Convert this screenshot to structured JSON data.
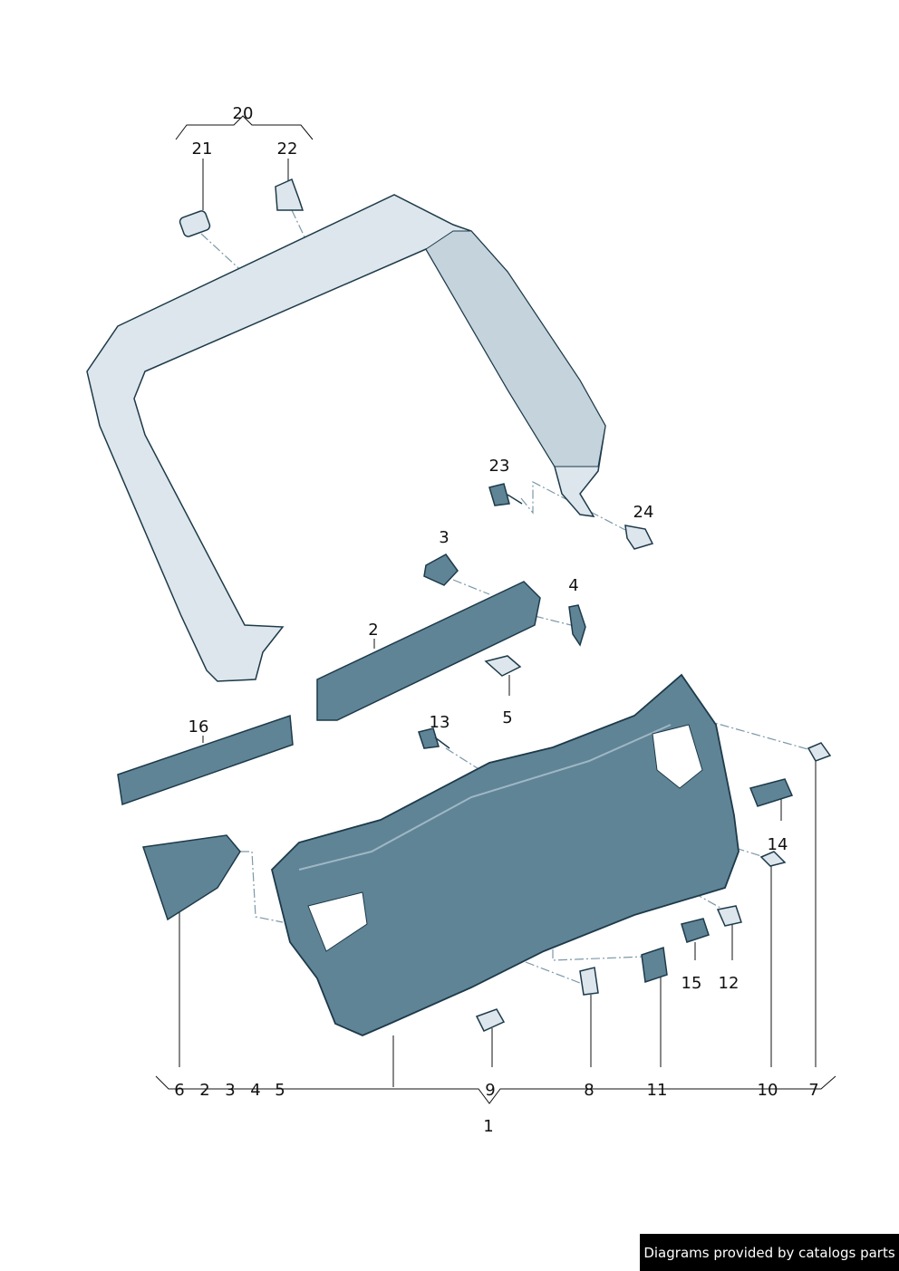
{
  "diagram": {
    "part_labels": [
      "20",
      "21",
      "22",
      "23",
      "24",
      "3",
      "4",
      "2",
      "5",
      "16",
      "13",
      "14",
      "15",
      "12"
    ],
    "bottom_labels": [
      "6",
      "2",
      "3",
      "4",
      "5",
      "9",
      "8",
      "11",
      "10",
      "7"
    ],
    "assembly_label": "1",
    "colors": {
      "part_fill": "#dde6ec",
      "part_dark": "#5f8496",
      "outline": "#1d3a4a",
      "leader": "#7c98a8"
    }
  },
  "footer": {
    "text": "Diagrams provided by catalogs parts"
  }
}
